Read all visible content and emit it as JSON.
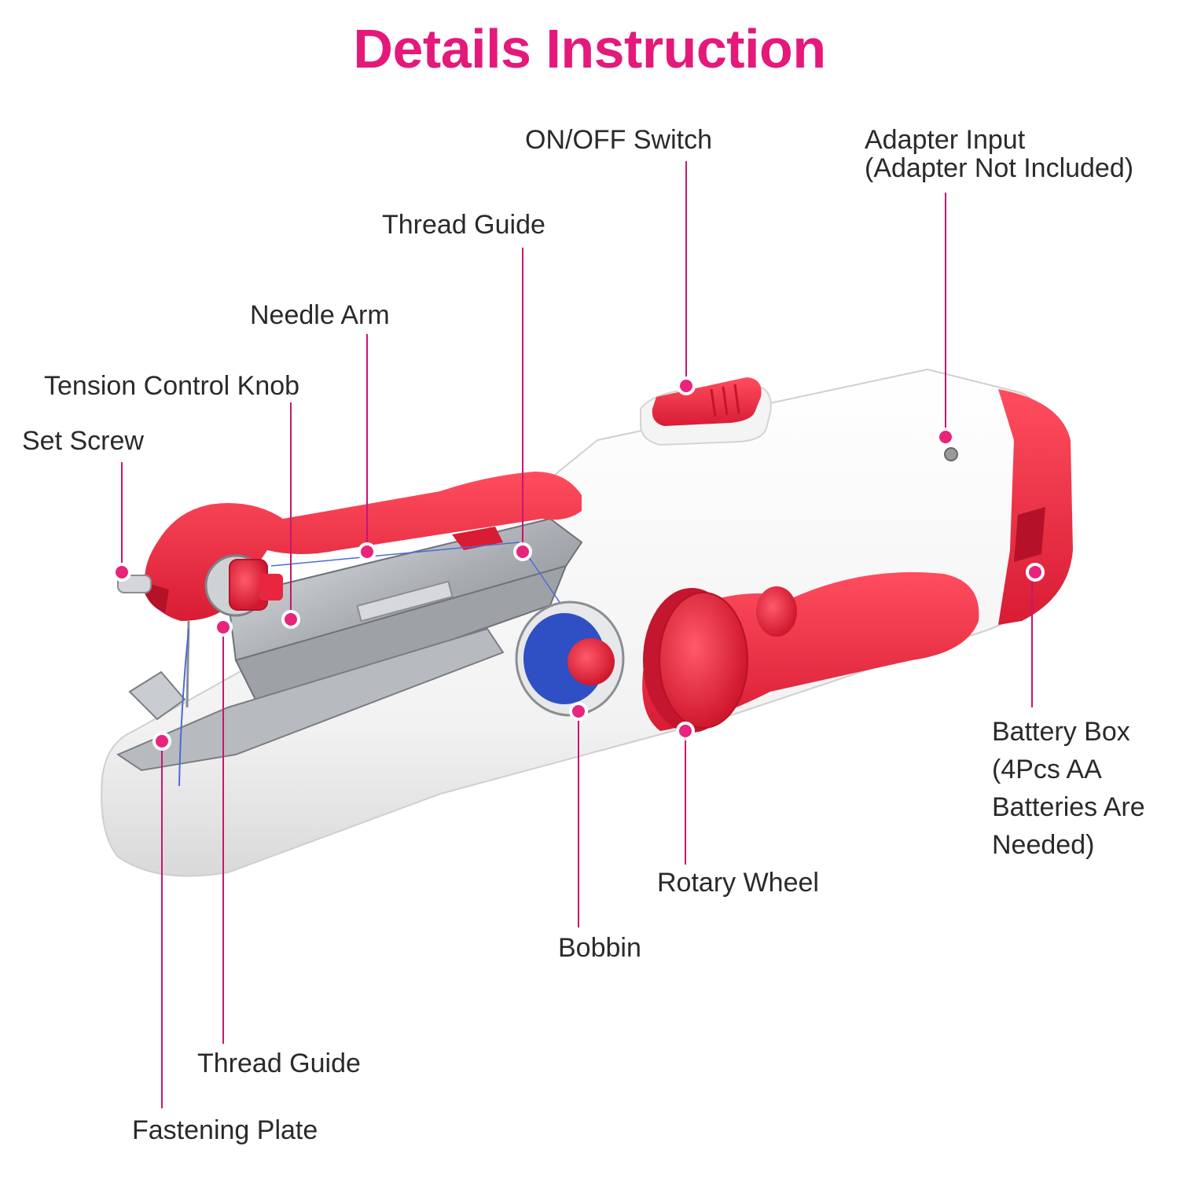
{
  "title": "Details Instruction",
  "labels": {
    "on_off_switch": "ON/OFF Switch",
    "adapter_input": "Adapter Input\n(Adapter Not Included)",
    "thread_guide_top": "Thread Guide",
    "needle_arm": "Needle Arm",
    "tension_control_knob": "Tension Control Knob",
    "set_screw": "Set Screw",
    "battery_box": "Battery Box\n(4Pcs AA\nBatteries Are\nNeeded)",
    "rotary_wheel": "Rotary Wheel",
    "bobbin": "Bobbin",
    "thread_guide_bottom": "Thread Guide",
    "fastening_plate": "Fastening Plate"
  },
  "colors": {
    "title": "#e4197a",
    "leader": "#c8166e",
    "machine_red": "#e8263f",
    "machine_white": "#f7f7f7",
    "metal": "#b9bcc0",
    "bobbin_blue": "#2f4fc4"
  }
}
